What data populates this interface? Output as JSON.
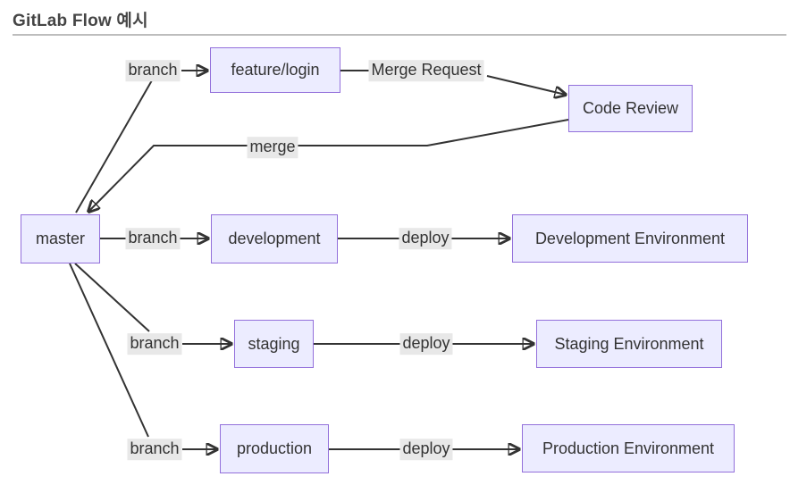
{
  "title": "GitLab Flow 예시",
  "diagram": {
    "type": "flowchart",
    "nodes": [
      {
        "id": "feature-login",
        "label": "feature/login"
      },
      {
        "id": "code-review",
        "label": "Code Review"
      },
      {
        "id": "master",
        "label": "master"
      },
      {
        "id": "development",
        "label": "development"
      },
      {
        "id": "development-environment",
        "label": "Development Environment"
      },
      {
        "id": "staging",
        "label": "staging"
      },
      {
        "id": "staging-environment",
        "label": "Staging Environment"
      },
      {
        "id": "production",
        "label": "production"
      },
      {
        "id": "production-environment",
        "label": "Production Environment"
      }
    ],
    "edge_labels": [
      {
        "text": "branch"
      },
      {
        "text": "Merge Request"
      },
      {
        "text": "merge"
      },
      {
        "text": "branch"
      },
      {
        "text": "deploy"
      },
      {
        "text": "branch"
      },
      {
        "text": "deploy"
      },
      {
        "text": "branch"
      },
      {
        "text": "deploy"
      }
    ],
    "edges": [
      {
        "from": "master",
        "to": "feature-login",
        "label": "branch"
      },
      {
        "from": "feature-login",
        "to": "code-review",
        "label": "Merge Request"
      },
      {
        "from": "code-review",
        "to": "master",
        "label": "merge"
      },
      {
        "from": "master",
        "to": "development",
        "label": "branch"
      },
      {
        "from": "development",
        "to": "development-environment",
        "label": "deploy"
      },
      {
        "from": "master",
        "to": "staging",
        "label": "branch"
      },
      {
        "from": "staging",
        "to": "staging-environment",
        "label": "deploy"
      },
      {
        "from": "master",
        "to": "production",
        "label": "branch"
      },
      {
        "from": "production",
        "to": "production-environment",
        "label": "deploy"
      }
    ]
  },
  "colors": {
    "node_fill": "#ECECFF",
    "node_border": "#9370DB",
    "edge": "#333333",
    "edge_label_bg": "#e8e8e8",
    "text": "#333333",
    "title_text": "#454545",
    "divider": "#bdbdbd",
    "background": "#ffffff"
  }
}
